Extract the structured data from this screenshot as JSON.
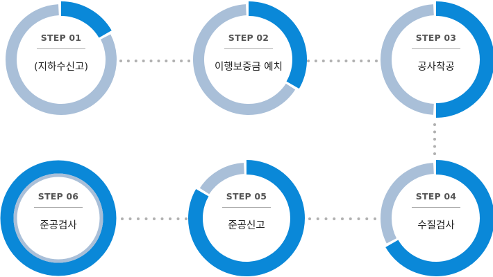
{
  "colors": {
    "accent": "#0a88d8",
    "track": "#a9bfd8",
    "dots": "#b0b0b0"
  },
  "steps": [
    {
      "label": "STEP 01",
      "title": "(지하수신고)",
      "progress": 0.1667
    },
    {
      "label": "STEP 02",
      "title": "이행보증금 예치",
      "progress": 0.3333
    },
    {
      "label": "STEP 03",
      "title": "공사착공",
      "progress": 0.5
    },
    {
      "label": "STEP 04",
      "title": "수질검사",
      "progress": 0.6667
    },
    {
      "label": "STEP 05",
      "title": "준공신고",
      "progress": 0.8333
    },
    {
      "label": "STEP 06",
      "title": "준공검사",
      "progress": 1.0
    }
  ]
}
